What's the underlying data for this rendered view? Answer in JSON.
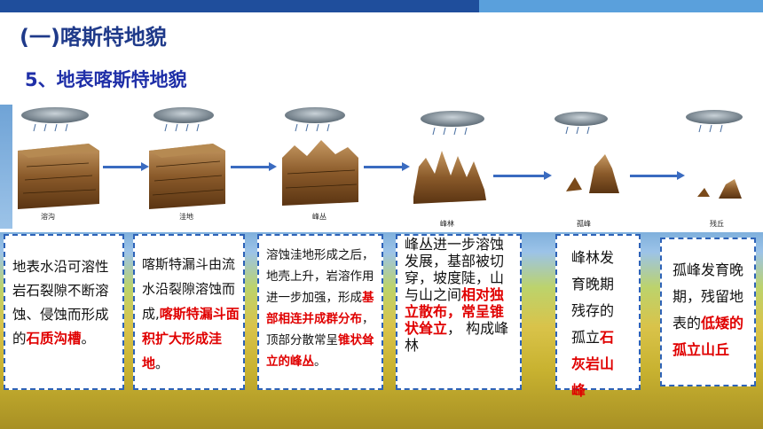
{
  "header": {
    "title": "(一)喀斯特地貌",
    "subtitle": "5、地表喀斯特地貌"
  },
  "stages": [
    {
      "label": "溶沟"
    },
    {
      "label": "洼地"
    },
    {
      "label": "峰丛"
    },
    {
      "label": "峰林"
    },
    {
      "label": "孤峰"
    },
    {
      "label": "残丘"
    }
  ],
  "boxes": [
    {
      "text": "地表水沿可溶性岩石裂隙不断溶蚀、侵蚀而形成的",
      "highlight": "石质沟槽",
      "tail": "。"
    },
    {
      "text": "喀斯特漏斗由流水沿裂隙溶蚀而成,",
      "highlight": "喀斯特漏斗面积扩大形成洼地",
      "tail": "。"
    },
    {
      "text": "溶蚀洼地形成之后，地壳上升，岩溶作用进一步加强，形成",
      "highlight": "基部相连并成群分布",
      "mid": "，顶部分散常呈",
      "highlight2": "锥状耸立的峰丛",
      "tail": "。"
    },
    {
      "text": "峰丛进一步溶蚀发展，基部被切穿，坡度陡，山与山之间",
      "highlight": "相对独立散布，常呈锥状耸立",
      "tail": "， 构成峰林"
    },
    {
      "text": "峰林发育晚期残存的孤立",
      "highlight": "石灰岩山峰",
      "tail": ""
    },
    {
      "text": "孤峰发育晚期，残留地表的",
      "highlight": "低矮的孤立山丘",
      "tail": ""
    }
  ],
  "colors": {
    "accent": "#1f3a8a",
    "highlight": "#e00000",
    "border": "#2e63b8"
  }
}
